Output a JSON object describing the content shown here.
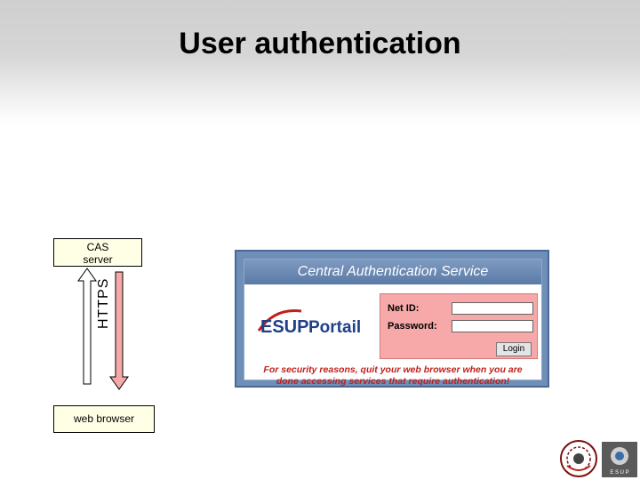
{
  "slide": {
    "title": "User authentication"
  },
  "diagram": {
    "cas_server": "CAS\nserver",
    "web_browser": "web browser",
    "link_label": "HTTPS"
  },
  "login_panel": {
    "header": "Central Authentication Service",
    "logo_text_esup": "ESUP",
    "logo_text_portail": "Portail",
    "netid_label": "Net ID:",
    "password_label": "Password:",
    "netid_value": "",
    "password_value": "",
    "login_button": "Login",
    "security_note": "For security reasons, quit your web browser when you are done accessing services that require authentication!"
  },
  "footer_logos": {
    "seal_icon": "university-seal-icon",
    "esup_icon": "esup-logo-icon",
    "esup_caption": "E S U P"
  },
  "colors": {
    "box_fill": "#ffffe6",
    "panel_blue": "#6f8fb8",
    "form_pink": "#f7a8a8",
    "note_red": "#c0201a"
  }
}
